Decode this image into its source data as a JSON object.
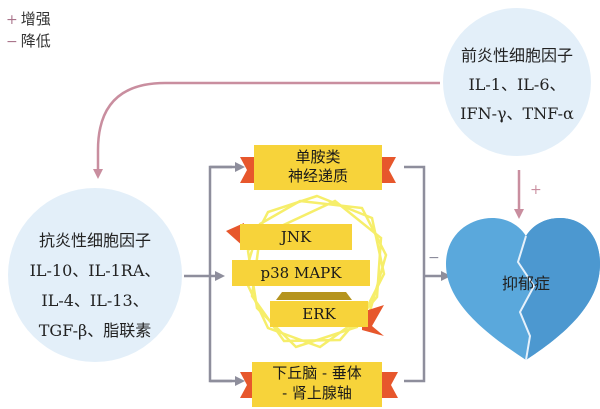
{
  "legend": {
    "increase": {
      "symbol": "+",
      "label": "增强"
    },
    "decrease": {
      "symbol": "−",
      "label": "降低"
    }
  },
  "pro_inflammatory": {
    "title": "前炎性细胞因子",
    "line1": "IL-1、IL-6、",
    "line2": "IFN-γ、TNF-α"
  },
  "anti_inflammatory": {
    "title": "抗炎性细胞因子",
    "line1": "IL-10、IL-1RA、",
    "line2": "IL-4、IL-13、",
    "line3": "TGF-β、脂联素"
  },
  "mechanisms": {
    "monoamine": {
      "line1": "单胺类",
      "line2": "神经递质"
    },
    "kinases": [
      "JNK",
      "p38 MAPK",
      "ERK"
    ],
    "hpa_axis": {
      "line1": "下丘脑 - 垂体",
      "line2": "- 肾上腺轴"
    }
  },
  "outcome": {
    "label": "抑郁症"
  },
  "effects": {
    "pro_to_depression": "+",
    "mechanisms_to_depression": "−"
  },
  "colors": {
    "circle_fill": "#e3eff9",
    "heart_fill": "#5aa8dc",
    "ribbon_fill": "#f7d33a",
    "ribbon_tail": "#e7572c",
    "curved_arrow": "#c98e9f",
    "bracket": "#8e8e9c",
    "hexagon_stroke": "#f6ee6a"
  }
}
